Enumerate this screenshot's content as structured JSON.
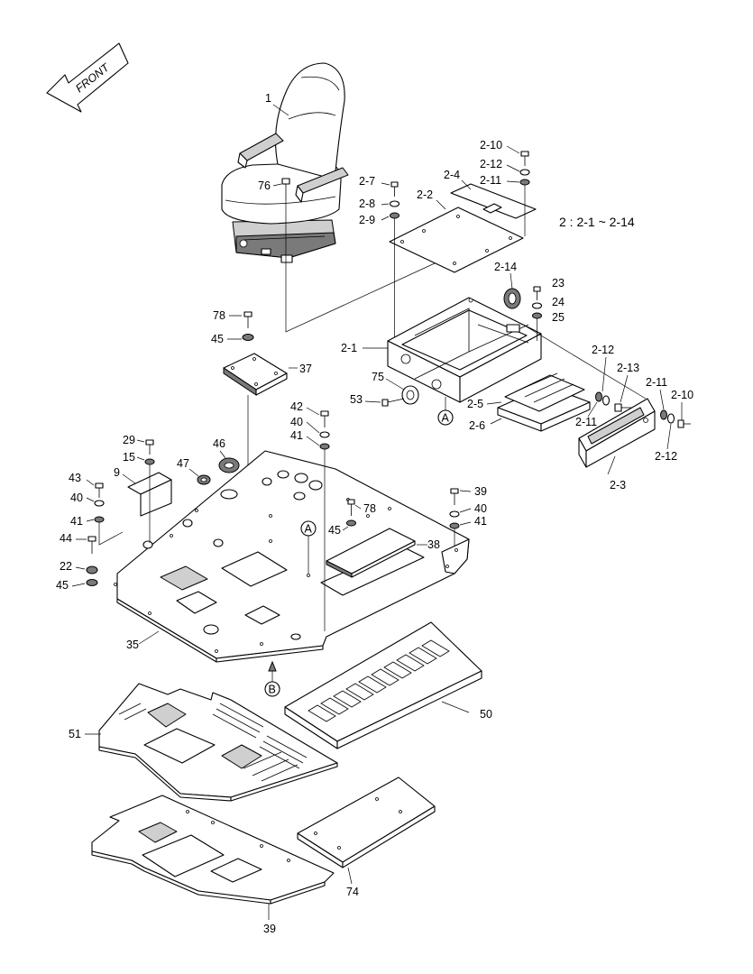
{
  "front_label": "FRONT",
  "group_note": "2 : 2-1 ~ 2-14",
  "callouts": {
    "A1": "A",
    "A2": "A",
    "B": "B"
  },
  "labels": {
    "p1": "1",
    "p76": "76",
    "p2_10a": "2-10",
    "p2_12a": "2-12",
    "p2_11a": "2-11",
    "p2_7": "2-7",
    "p2_4": "2-4",
    "p2_8": "2-8",
    "p2_2": "2-2",
    "p2_9": "2-9",
    "p2_14": "2-14",
    "p23": "23",
    "p24": "24",
    "p25": "25",
    "p78a": "78",
    "p45a": "45",
    "p2_1": "2-1",
    "p37": "37",
    "p75": "75",
    "p53": "53",
    "p2_12b": "2-12",
    "p2_13": "2-13",
    "p2_11b": "2-11",
    "p2_10b": "2-10",
    "p2_11c": "2-11",
    "p2_5": "2-5",
    "p2_6": "2-6",
    "p2_12c": "2-12",
    "p2_3": "2-3",
    "p42": "42",
    "p40a": "40",
    "p41a": "41",
    "p29": "29",
    "p15": "15",
    "p46": "46",
    "p47": "47",
    "p9": "9",
    "p43": "43",
    "p40b": "40",
    "p41b": "41",
    "p44": "44",
    "p22": "22",
    "p45b": "45",
    "p78b": "78",
    "p45c": "45",
    "p39a": "39",
    "p40c": "40",
    "p41c": "41",
    "p38": "38",
    "p35": "35",
    "p50": "50",
    "p51": "51",
    "p74": "74",
    "p39b": "39"
  }
}
